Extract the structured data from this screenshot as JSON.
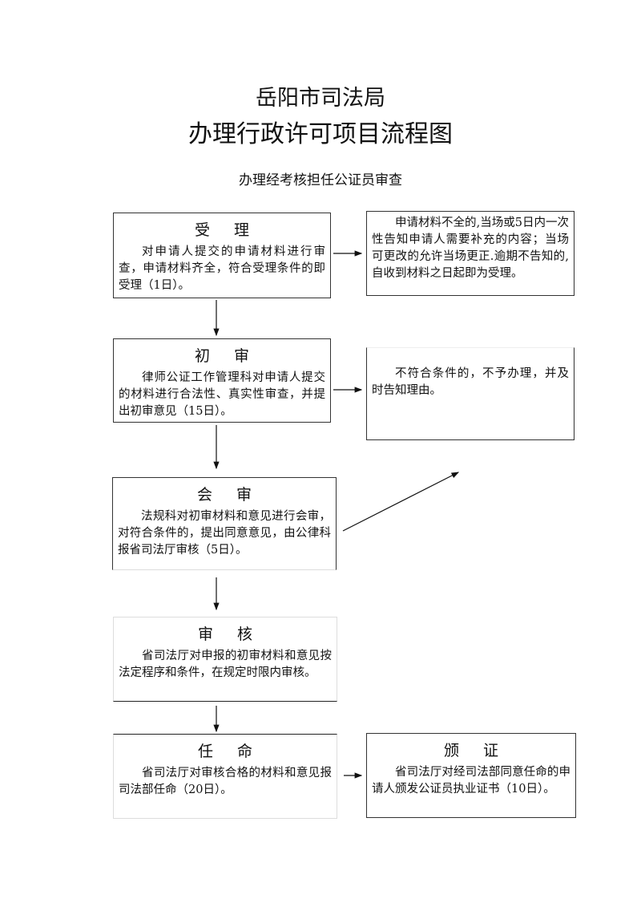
{
  "header": {
    "org": "岳阳市司法局",
    "title": "办理行政许可项目流程图",
    "subtitle": "办理经考核担任公证员审查"
  },
  "steps": [
    {
      "title": "受理",
      "text": "对申请人提交的申请材料进行审查，申请材料齐全，符合受理条件的即受理（1日）。"
    },
    {
      "title": "初审",
      "text": "律师公证工作管理科对申请人提交的材料进行合法性、真实性审查，并提出初审意见（15日）。"
    },
    {
      "title": "会审",
      "text": "法规科对初审材料和意见进行会审，对符合条件的，提出同意意见，由公律科报省司法厅审核（5日）。"
    },
    {
      "title": "审核",
      "text": "省司法厅对申报的初审材料和意见按法定程序和条件，在规定时限内审核。"
    },
    {
      "title": "任命",
      "text": "省司法厅对审核合格的材料和意见报司法部任命（20日）。"
    }
  ],
  "side": [
    {
      "text": "申请材料不全的,当场或5日内一次性告知申请人需要补充的内容；当场可更改的允许当场更正.逾期不告知的,自收到材料之日起即为受理。"
    },
    {
      "text": "不符合条件的，不予办理，并及时告知理由。"
    },
    {
      "title": "颁证",
      "text": "省司法厅对经司法部同意任命的申请人颁发公证员执业证书（10日）。"
    }
  ]
}
